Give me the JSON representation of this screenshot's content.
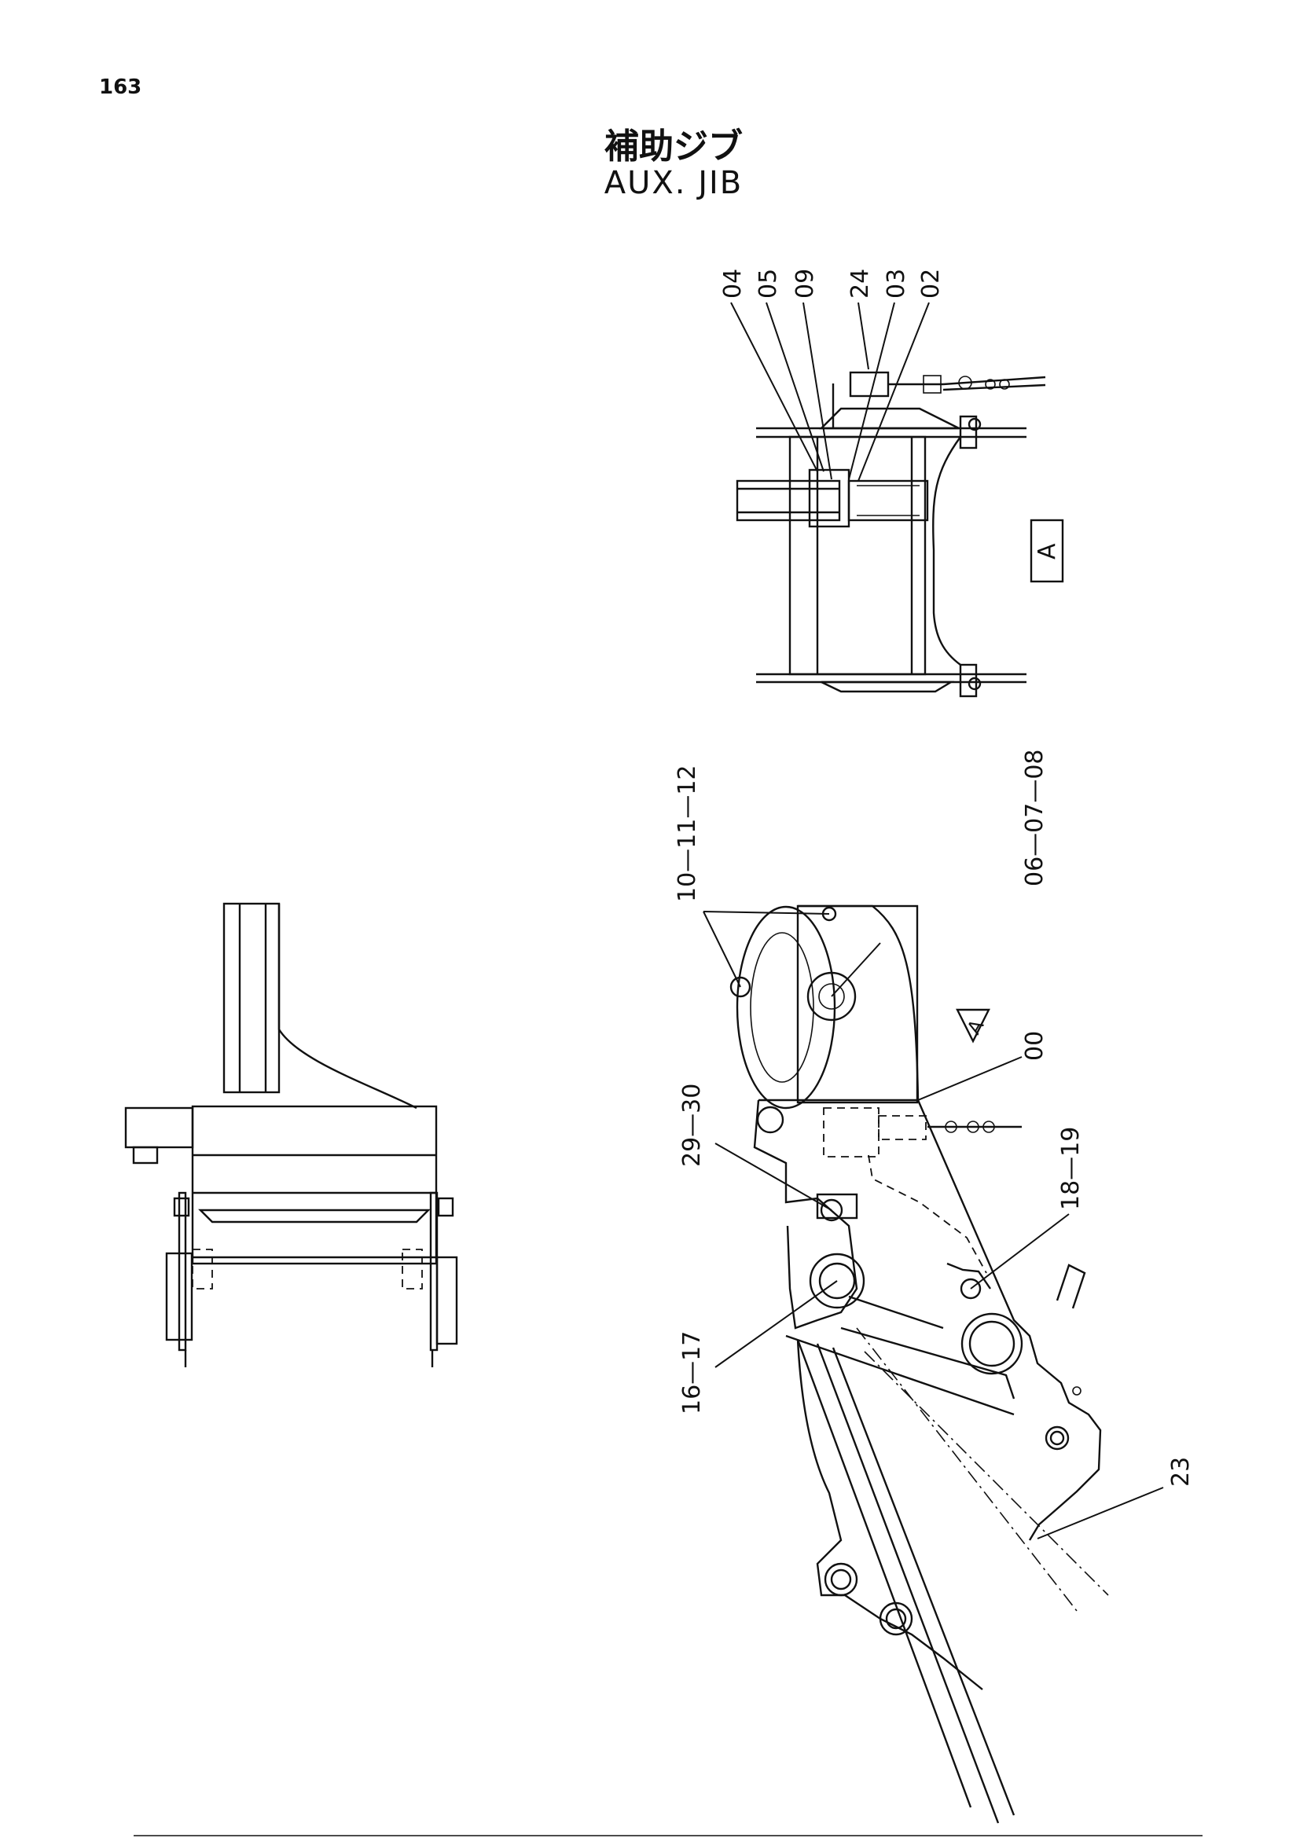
{
  "page": {
    "number": "163"
  },
  "title": {
    "japanese": "補助ジブ",
    "english": "AUX. JIB"
  },
  "view_marker": "A",
  "callouts": {
    "top_view": [
      "04",
      "05",
      "09",
      "24",
      "03",
      "02"
    ],
    "side_view": [
      "10-11-12",
      "06-07-08",
      "00",
      "29-30",
      "18-19",
      "16-17",
      "23"
    ]
  },
  "callout_text": {
    "c04": "04",
    "c05": "05",
    "c09": "09",
    "c24": "24",
    "c03": "03",
    "c02": "02",
    "c10": "10—11—12",
    "c06": "06—07—08",
    "c00": "00",
    "c29": "29—30",
    "c18": "18—19",
    "c16": "16—17",
    "c23": "23"
  }
}
